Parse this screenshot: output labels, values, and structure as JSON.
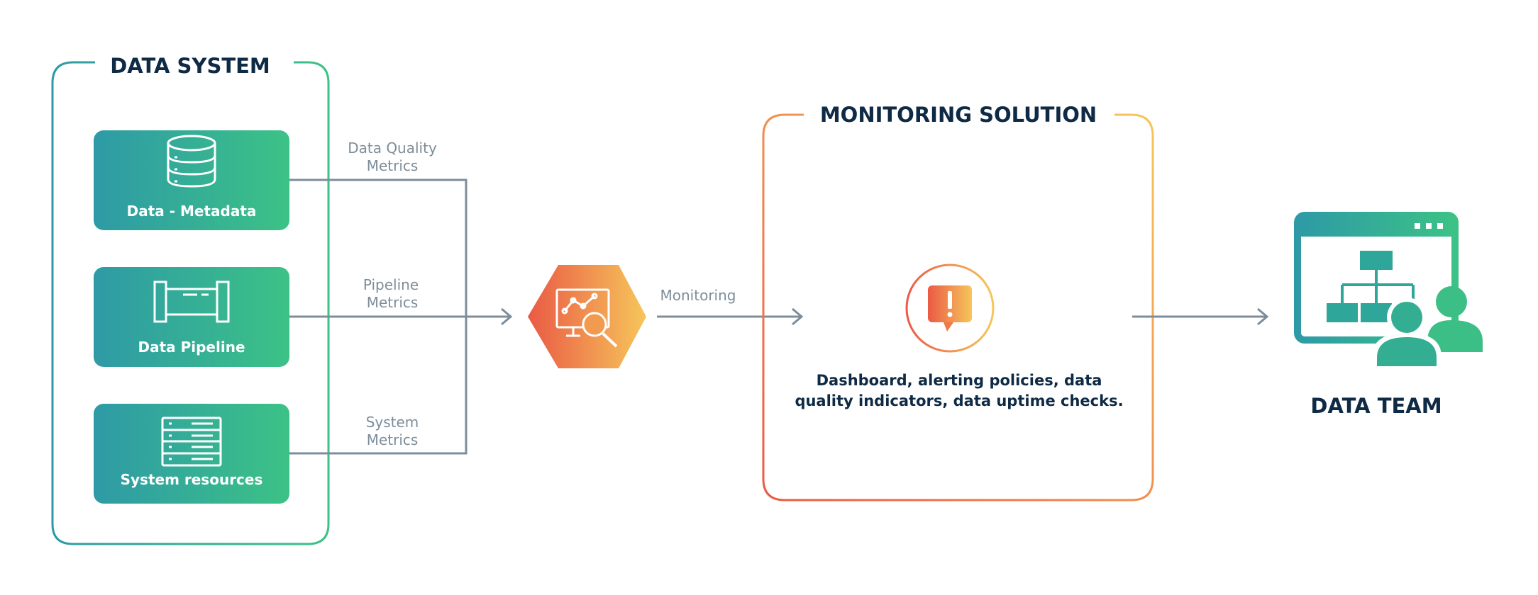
{
  "data_system": {
    "title": "DATA SYSTEM",
    "items": [
      {
        "label": "Data - Metadata",
        "icon": "database-icon"
      },
      {
        "label": "Data Pipeline",
        "icon": "pipe-icon"
      },
      {
        "label": "System resources",
        "icon": "server-rack-icon"
      }
    ]
  },
  "edges": {
    "quality_line1": "Data Quality",
    "quality_line2": "Metrics",
    "pipeline_line1": "Pipeline",
    "pipeline_line2": "Metrics",
    "system_line1": "System",
    "system_line2": "Metrics",
    "monitoring": "Monitoring"
  },
  "hub": {
    "icon": "analytics-magnifier-icon"
  },
  "monitoring_solution": {
    "title": "MONITORING SOLUTION",
    "icon": "alert-icon",
    "desc_line1": "Dashboard, alerting policies, data",
    "desc_line2": "quality indicators, data uptime checks."
  },
  "data_team": {
    "title": "DATA TEAM",
    "icon": "team-dashboard-icon"
  },
  "colors": {
    "teal": "#2e9aa6",
    "green": "#3cc286",
    "orange_red": "#ea5a45",
    "yellow": "#f6c65a",
    "navy": "#0e2a44",
    "connector": "#7d8d99"
  }
}
